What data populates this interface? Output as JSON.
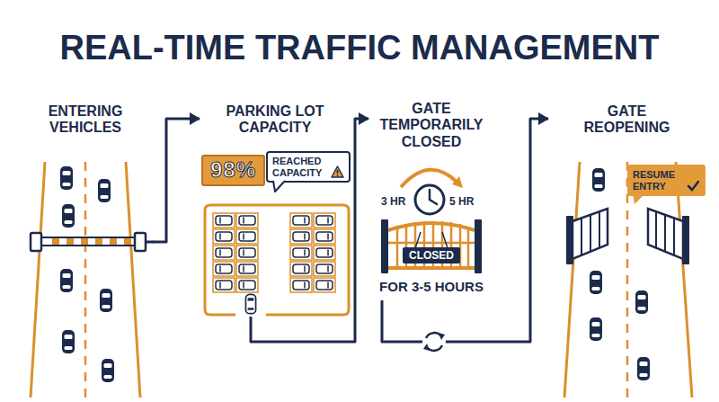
{
  "diagram": {
    "title": "REAL-TIME TRAFFIC MANAGEMENT",
    "nodes": [
      {
        "text": [
          "ENTERING VEHICLES"
        ]
      },
      {
        "text": [
          "PARKING LOT CAPACITY"
        ]
      },
      {
        "text": [
          "98%"
        ],
        "in": 1
      },
      {
        "text": [
          "REACHED CAPACITY"
        ],
        "in": 1
      },
      {
        "text": [
          "GATE TEMPORARILY CLOSED",
          "FOR 3-5 HOURS"
        ]
      },
      {
        "text": [
          "CLOSED"
        ],
        "in": 4
      },
      {
        "text": [
          "GATE REOPENING"
        ]
      },
      {
        "text": [
          "RESUME ENTRY"
        ],
        "in": 6
      }
    ],
    "edges": [
      {
        "from": 0,
        "to": 1,
        "arrow": "to"
      },
      {
        "from": 1,
        "to": 4,
        "arrow": "to"
      },
      {
        "from": 4,
        "to": 6,
        "arrow": "to"
      }
    ],
    "labels": [
      "3 HR",
      "5 HR"
    ]
  }
}
